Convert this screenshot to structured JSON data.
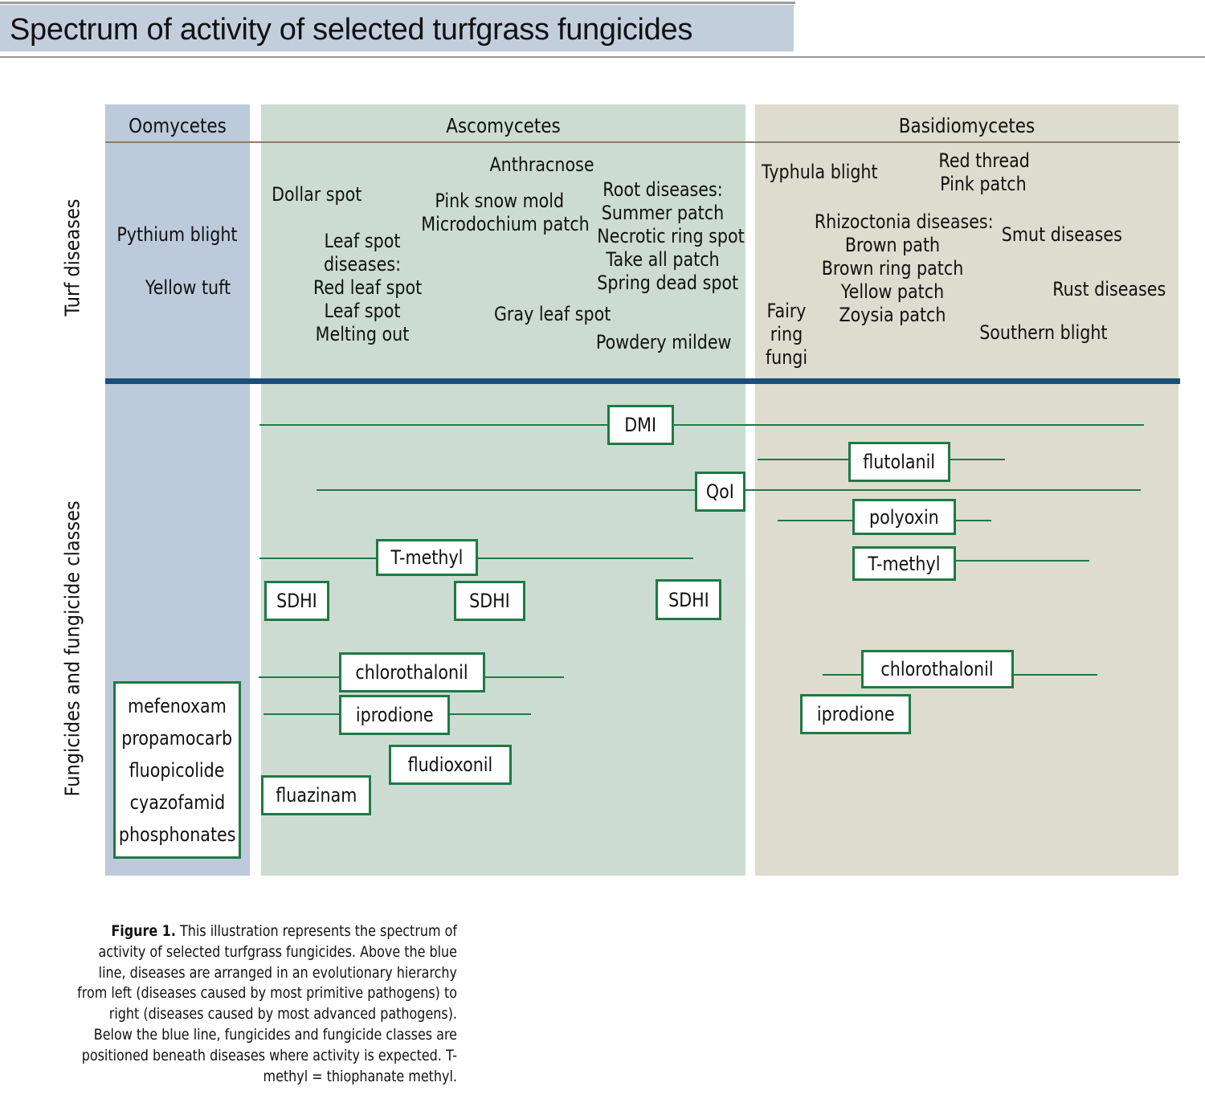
{
  "title": "Spectrum of activity of selected turfgrass fungicides",
  "columns": {
    "oomycetes": "Oomycetes",
    "ascomycetes": "Ascomycetes",
    "basidiomycetes": "Basidiomycetes"
  },
  "row_labels": {
    "diseases": "Turf diseases",
    "fungicides": "Fungicides and fungicide classes"
  },
  "diseases": {
    "pythium": "Pythium blight",
    "yellow_tuft": "Yellow tuft",
    "dollar_spot": "Dollar spot",
    "anthracnose": "Anthracnose",
    "pink_snow_mold": "Pink snow mold",
    "microdochium": "Microdochium patch",
    "root_diseases": [
      "Root diseases:",
      "Summer patch",
      "Necrotic ring spot",
      "Take all patch",
      "Spring dead spot"
    ],
    "leaf_spot": [
      "Leaf spot",
      "diseases:",
      "Red leaf spot",
      "Leaf spot",
      "Melting out"
    ],
    "gray_leaf_spot": "Gray leaf spot",
    "powdery_mildew": "Powdery mildew",
    "typhula": "Typhula blight",
    "red_thread": "Red thread",
    "pink_patch": "Pink patch",
    "rhizoctonia": [
      "Rhizoctonia diseases:",
      "Brown path",
      "Brown ring patch",
      "Yellow patch",
      "Zoysia patch"
    ],
    "smut": "Smut diseases",
    "rust": "Rust diseases",
    "fairy_ring": [
      "Fairy",
      "ring",
      "fungi"
    ],
    "southern_blight": "Southern blight"
  },
  "fungicides": {
    "dmi": "DMI",
    "flutolanil": "flutolanil",
    "qoi": "QoI",
    "polyoxin": "polyoxin",
    "tmethyl_asco": "T-methyl",
    "tmethyl_basi": "T-methyl",
    "sdhi_1": "SDHI",
    "sdhi_2": "SDHI",
    "sdhi_3": "SDHI",
    "chlorothalonil_asco": "chlorothalonil",
    "chlorothalonil_basi": "chlorothalonil",
    "iprodione_asco": "iprodione",
    "iprodione_basi": "iprodione",
    "fludioxonil": "fludioxonil",
    "fluazinam": "fluazinam",
    "oomycete_list": [
      "mefenoxam",
      "propamocarb",
      "fluopicolide",
      "cyazofamid",
      "phosphonates"
    ]
  },
  "caption": {
    "label": "Figure 1.",
    "text": " This illustration represents the spectrum of activity of selected turfgrass fungicides. Above the blue line, diseases are arranged in an evolutionary hierarchy from left (diseases caused by most primitive pathogens) to right (diseases caused by most advanced pathogens). Below the blue line, fungicides and fungicide classes are positioned beneath diseases where activity is expected. T-methyl = thiophanate methyl."
  },
  "colors": {
    "title_bar": "#c3cedd",
    "oomycetes_bg": "#bccadb",
    "ascomycetes_bg": "#cddcd2",
    "basidiomycetes_bg": "#dedcce",
    "divider_blue": "#1a4f7a",
    "fungicide_green": "#1e7a44"
  }
}
